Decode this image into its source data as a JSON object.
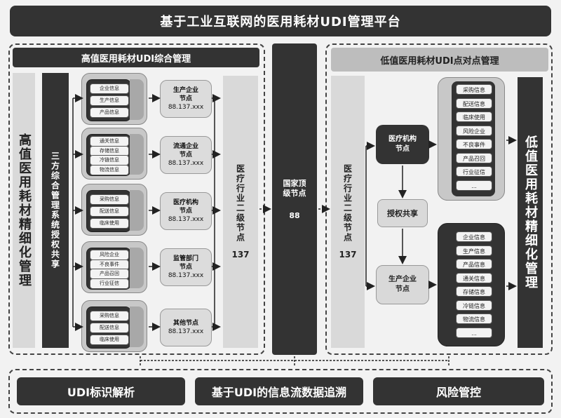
{
  "title": "基于工业互联网的医用耗材UDI管理平台",
  "left_panel": {
    "header": "高值医用耗材UDI综合管理",
    "side_label": "高值医用耗材精细化管理",
    "column_label": "三方综合管理系统授权共享",
    "db_groups": [
      {
        "items": [
          "企业信息",
          "生产信息",
          "产品信息"
        ]
      },
      {
        "items": [
          "通关信息",
          "存储信息",
          "冷链信息",
          "物流信息"
        ]
      },
      {
        "items": [
          "采购信息",
          "配送信息",
          "临床使用"
        ]
      },
      {
        "items": [
          "风险企业",
          "不良事件",
          "产品召回",
          "行业征信"
        ]
      },
      {
        "items": [
          "采购信息",
          "配送信息",
          "临床使用"
        ]
      }
    ],
    "enterprise_nodes": [
      {
        "name": "生产企业",
        "sub": "节点",
        "code": "88.137.xxx"
      },
      {
        "name": "流通企业",
        "sub": "节点",
        "code": "88.137.xxx"
      },
      {
        "name": "医疗机构",
        "sub": "节点",
        "code": "88.137.xxx"
      },
      {
        "name": "监管部门",
        "sub": "节点",
        "code": "88.137.xxx"
      },
      {
        "name": "其他节点",
        "sub": "",
        "code": "88.137.xxx"
      }
    ],
    "secondary_node": {
      "label": "医疗行业二级节点",
      "code": "137"
    }
  },
  "center": {
    "label": "国家顶级节点",
    "code": "88"
  },
  "right_panel": {
    "header": "低值医用耗材UDI点对点管理",
    "side_label": "低值医用耗材精细化管理",
    "secondary_node": {
      "label": "医疗行业二级节点",
      "code": "137"
    },
    "hospital_node": {
      "name": "医疗机构",
      "sub": "节点"
    },
    "share_label": "授权共享",
    "producer_node": {
      "name": "生产企业",
      "sub": "节点"
    },
    "db_top": {
      "items": [
        "采购信息",
        "配送信息",
        "临床使用",
        "风险企业",
        "不良事件",
        "产品召回",
        "行业征信",
        "..."
      ]
    },
    "db_bottom": {
      "items": [
        "企业信息",
        "生产信息",
        "产品信息",
        "通关信息",
        "存储信息",
        "冷链信息",
        "物流信息",
        "..."
      ]
    }
  },
  "bottom": {
    "buttons": [
      "UDI标识解析",
      "基于UDI的信息流数据追溯",
      "风险管控"
    ]
  }
}
